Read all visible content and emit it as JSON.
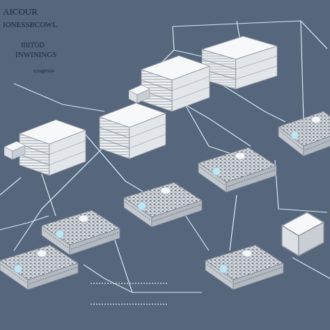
{
  "diagram": {
    "labels": [
      "AICOUR",
      "IONESSBCOWL",
      "IIIITOD",
      "INWININGS",
      "crugesis"
    ]
  }
}
